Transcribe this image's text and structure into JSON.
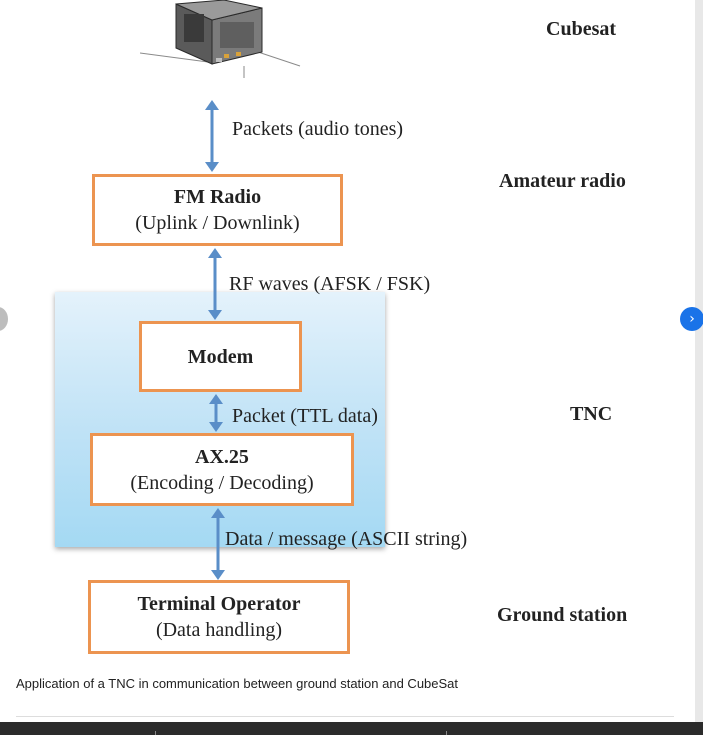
{
  "diagram": {
    "side_labels": {
      "cubesat": "Cubesat",
      "amateur_radio": "Amateur radio",
      "tnc": "TNC",
      "ground_station": "Ground station"
    },
    "boxes": {
      "fm_radio": {
        "title": "FM Radio",
        "subtitle": "(Uplink / Downlink)"
      },
      "modem": {
        "title": "Modem"
      },
      "ax25": {
        "title": "AX.25",
        "subtitle": "(Encoding / Decoding)"
      },
      "terminal": {
        "title": "Terminal Operator",
        "subtitle": "(Data handling)"
      }
    },
    "links": {
      "cubesat_fm": "Packets (audio tones)",
      "fm_modem": "RF waves (AFSK / FSK)",
      "modem_ax25": "Packet (TTL data)",
      "ax25_terminal": "Data / message (ASCII string)"
    },
    "colors": {
      "box_border": "#ec9450",
      "arrow": "#5a8ec8",
      "panel": "#bfe2f6"
    }
  },
  "caption": "Application of a TNC in communication between ground station and CubeSat",
  "nav": {
    "next_icon": "chevron-right-icon"
  }
}
